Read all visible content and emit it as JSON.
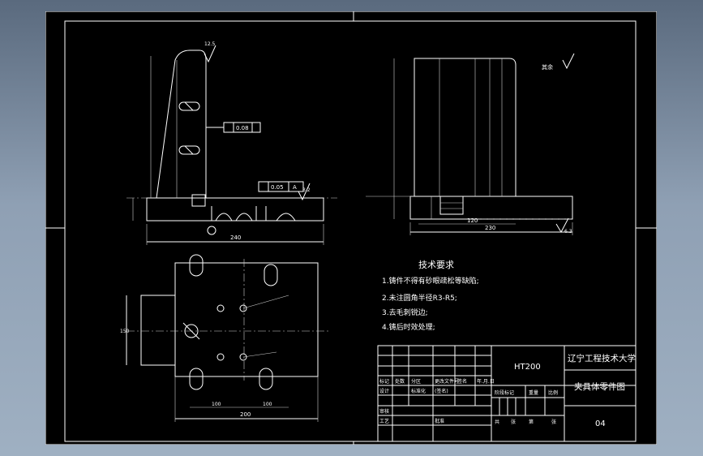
{
  "tech_requirements": {
    "title": "技术要求",
    "items": [
      "1.铸件不得有砂眼疏松等缺陷;",
      "2.未注圆角半径R3-R5;",
      "3.去毛刺锐边;",
      "4.铸后时效处理;"
    ]
  },
  "title_block": {
    "material": "HT200",
    "school": "辽宁工程技术大学",
    "drawing_name": "夹具体零件图",
    "drawing_no": "04",
    "row_labels": [
      "标记",
      "处数",
      "分区",
      "更改文件号",
      "签名",
      "年.月.日"
    ],
    "row2": [
      "设计",
      "标准化",
      "(签名)"
    ],
    "stage": [
      "阶段标记",
      "重量",
      "比例"
    ],
    "sheet": [
      "共",
      "张",
      "第",
      "张"
    ],
    "check": "审核",
    "craft": "工艺",
    "approve": "批准"
  },
  "symbols": {
    "roughness_other": "其余",
    "flatness": "0.08",
    "datum_a": "A",
    "tol_1": "0.08",
    "tol_2": "0.05",
    "roughness_1": "12.5",
    "roughness_2": "6.3",
    "roughness_3": "3.2"
  },
  "dims": {
    "w_bottom_left": "240",
    "w_bottom_right": "230",
    "w_right_mid": "120",
    "w_plan": "200",
    "plan_sub1": "100",
    "plan_sub2": "100",
    "plan_height": "150"
  }
}
